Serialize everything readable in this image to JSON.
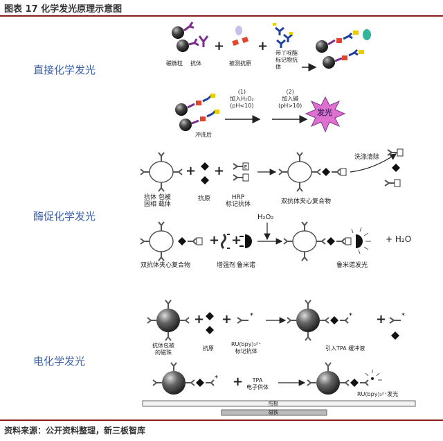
{
  "title": "图表 17 化学发光原理示意图",
  "sections": {
    "direct": "直接化学发光",
    "enzyme": "酶促化学发光",
    "electro": "电化学发光"
  },
  "direct_labels": {
    "magnetic_particle": "磁微粒",
    "antibody": "抗体",
    "antigen": "被测抗原",
    "acridinium_antibody": "带丫啶酯\n标记物抗\n体",
    "wash": "冲洗后",
    "step1": "(1)\n加入H₂O₂\n(pH<10)",
    "step2": "(2)\n加入碱\n(pH>10)",
    "glow": "发光"
  },
  "enzyme_labels": {
    "coated_carrier": "抗体 包被\n固相 载体",
    "antigen": "抗原",
    "hrp_antibody": "HRP\n标记抗体",
    "sandwich": "双抗体夹心复合物",
    "wash_clear": "洗涤清除",
    "h2o2": "H₂O₂",
    "sandwich2": "双抗体夹心复合物",
    "enhancer": "增强剂",
    "luminol": "鲁米诺",
    "luminol_glow": "鲁米诺发光",
    "h2o": "+ H₂O",
    "hrp_tag": "E"
  },
  "electro_labels": {
    "coated_bead": "抗体包被\n的磁珠",
    "antigen": "抗原",
    "ru_antibody": "RU(bpy)₃²⁺\n标记抗体",
    "tpa_buffer": "引入TPA 缓冲液",
    "tpa_donor": "TPA\n电子供体",
    "ru_glow": "RU(bpy)₃²⁺发光",
    "anode": "阳极",
    "magnet": "磁铁"
  },
  "source": "资料来源：公开资料整理，新三板智库",
  "colors": {
    "accent_red": "#8a1c1c",
    "section_blue": "#3c5fa8",
    "antibody_purple": "#7b2c8c",
    "antigen_red": "#e2452e",
    "label_blue": "#2040a0",
    "label_yellow": "#e8d000",
    "teal": "#2fb59a",
    "glow_pink": "#e070d0"
  }
}
